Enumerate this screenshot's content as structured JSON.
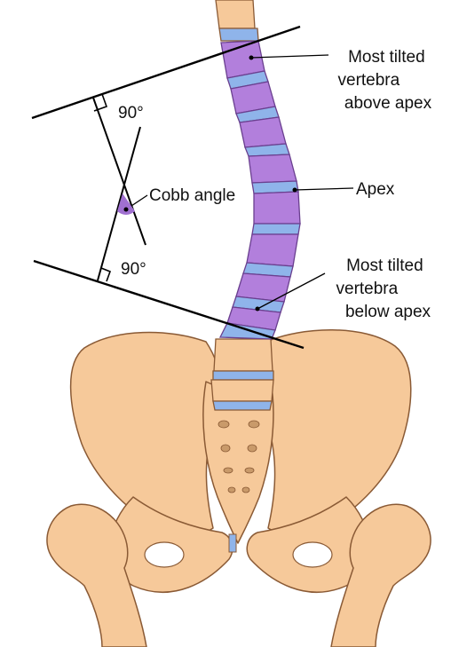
{
  "labels": {
    "upper_vertebra": [
      "Most tilted",
      "vertebra",
      "above apex"
    ],
    "apex": "Apex",
    "lower_vertebra": [
      "Most tilted",
      "vertebra",
      "below apex"
    ],
    "cobb_angle": "Cobb angle",
    "right_angle_upper": "90°",
    "right_angle_lower": "90°"
  },
  "colors": {
    "bone": "#f6c99a",
    "bone_outline": "#8a5a35",
    "curve_vertebra": "#b27fdc",
    "curve_vertebra_outline": "#6a3f8f",
    "disc": "#8fb4ea",
    "line": "#000000",
    "angle_marker": "#a070d0"
  }
}
